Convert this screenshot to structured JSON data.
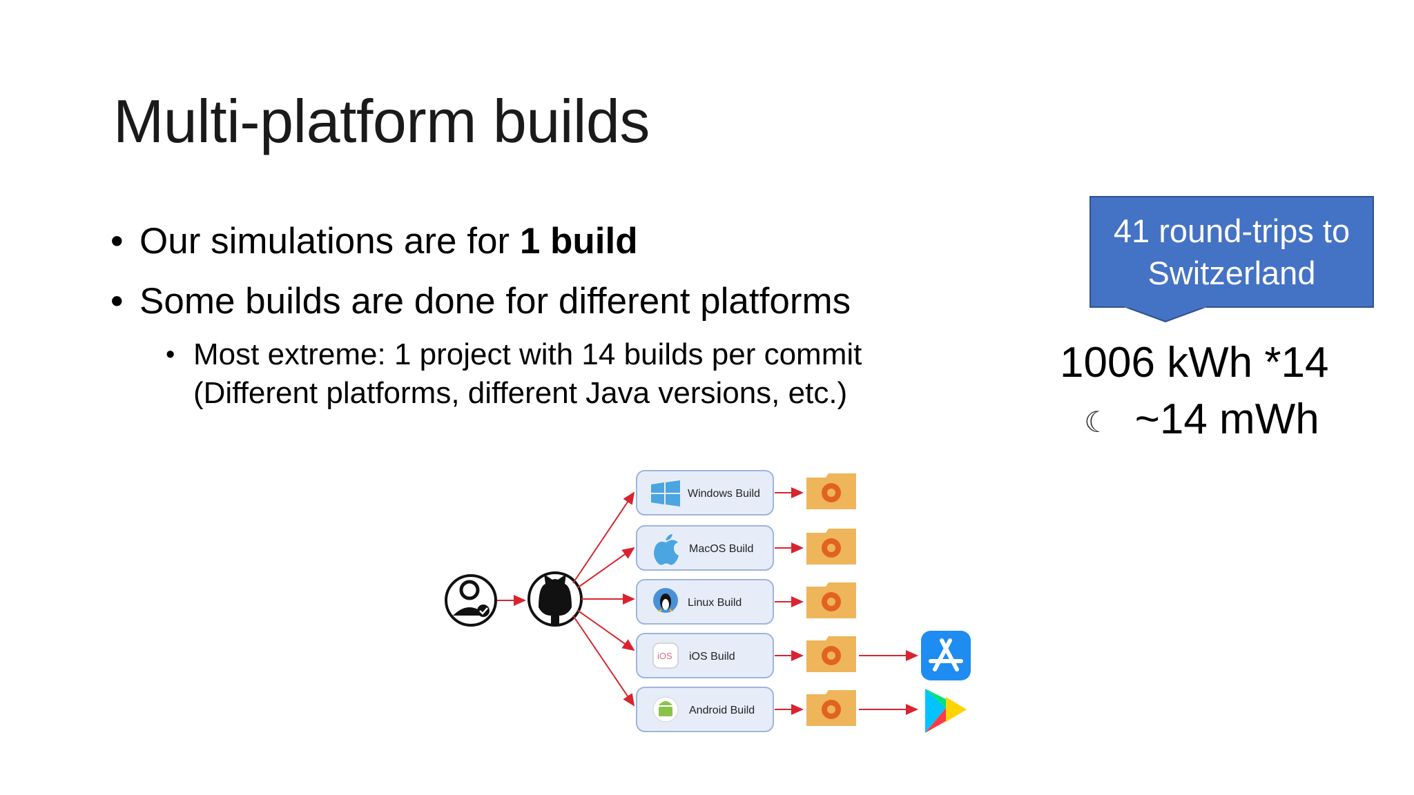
{
  "slide": {
    "title": "Multi-platform builds",
    "bullets": [
      {
        "text_before": "Our simulations are for ",
        "text_bold": "1 build"
      },
      {
        "text": "Some builds are done for different platforms"
      }
    ],
    "subbullet": {
      "line1": "Most extreme: 1 project with 14 builds per commit",
      "line2": "(Different platforms, different Java versions, etc.)"
    },
    "callout": {
      "line1": "41 round-trips to",
      "line2": "Switzerland",
      "color": "#4472c4"
    },
    "energy": {
      "line1": "1006 kWh  *14",
      "line2": "~14 mWh",
      "symbol": "☾"
    }
  },
  "diagram": {
    "builds": [
      {
        "label": "Windows Build",
        "icon": "windows-icon"
      },
      {
        "label": "MacOS Build",
        "icon": "apple-icon"
      },
      {
        "label": "Linux Build",
        "icon": "linux-icon"
      },
      {
        "label": "iOS Build",
        "icon": "ios-icon",
        "icon_text": "iOS"
      },
      {
        "label": "Android Build",
        "icon": "android-icon"
      }
    ],
    "arrow_color": "#d9232e",
    "box_fill": "#e6edf9",
    "folder_color": "#eeb55a"
  }
}
